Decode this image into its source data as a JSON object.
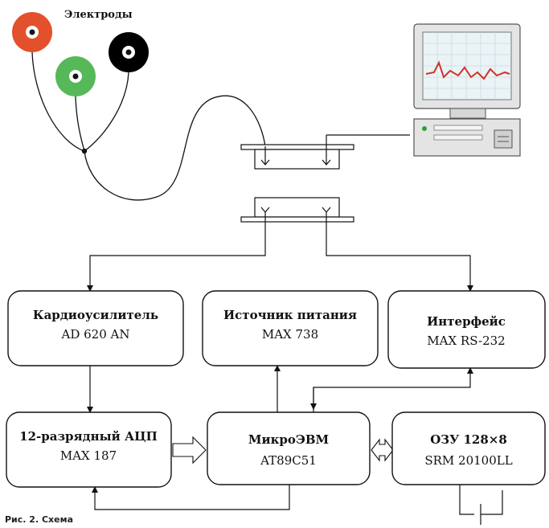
{
  "electrodes": {
    "label": "Электроды",
    "colors": {
      "red": "#e3502c",
      "green": "#57b85a",
      "black": "#000000"
    }
  },
  "blocks": {
    "amplifier": {
      "title": "Кардиоусилитель",
      "part": "AD 620 AN"
    },
    "power": {
      "title": "Источник питания",
      "part": "MAX 738"
    },
    "interface": {
      "title": "Интерфейс",
      "part": "MAX RS-232"
    },
    "adc": {
      "title": "12-разрядный АЦП",
      "part": "MAX 187"
    },
    "mcu": {
      "title": "МикроЭВМ",
      "part": "AT89C51"
    },
    "ram": {
      "title": "ОЗУ 128×8",
      "part": "SRM 20100LL"
    }
  },
  "caption": "Рис. 2. Схема",
  "monitor": {
    "screen_color": "#eaf3f5",
    "trace_color": "#d1332a",
    "body_color": "#e4e4e4"
  }
}
